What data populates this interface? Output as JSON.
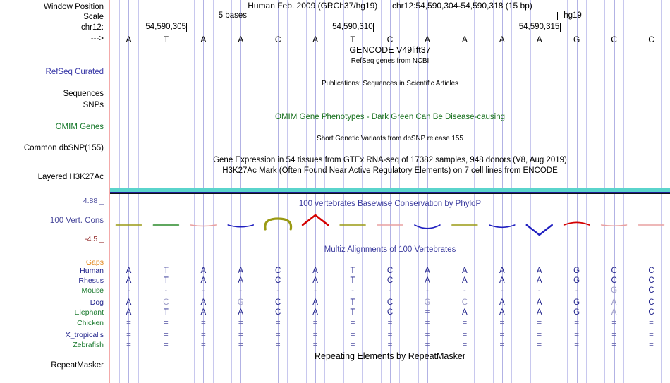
{
  "header": {
    "assembly_line": "Human Feb. 2009 (GRCh37/hg19)",
    "position_line": "chr12:54,590,304-54,590,318 (15 bp)",
    "scale_label": "5 bases",
    "assembly_short": "hg19",
    "chrom_label": "chr12:",
    "strand_arrow": "--->",
    "position_ticks": [
      "54,590,305",
      "54,590,310",
      "54,590,315"
    ]
  },
  "sequence": {
    "bases": [
      "A",
      "T",
      "A",
      "A",
      "C",
      "A",
      "T",
      "C",
      "A",
      "A",
      "A",
      "A",
      "G",
      "C",
      "C"
    ],
    "base_count": 15
  },
  "sidebar": {
    "items": [
      {
        "name": "window-position",
        "label": "Window Position",
        "color": "black"
      },
      {
        "name": "scale",
        "label": "Scale",
        "color": "black"
      },
      {
        "name": "chrom",
        "label": "chr12:",
        "color": "black"
      },
      {
        "name": "strand",
        "label": "--->",
        "color": "black"
      },
      {
        "name": "refseq-curated",
        "label": "RefSeq Curated",
        "color": "blue"
      },
      {
        "name": "sequences",
        "label": "Sequences",
        "color": "black"
      },
      {
        "name": "snps",
        "label": "SNPs",
        "color": "black"
      },
      {
        "name": "omim-genes",
        "label": "OMIM Genes",
        "color": "green"
      },
      {
        "name": "common-dbsnp",
        "label": "Common dbSNP(155)",
        "color": "black"
      },
      {
        "name": "layered-h3k27ac",
        "label": "Layered H3K27Ac",
        "color": "black"
      },
      {
        "name": "cons-max",
        "label": "4.88 _",
        "color": "slate"
      },
      {
        "name": "vert-cons",
        "label": "100 Vert. Cons",
        "color": "slate"
      },
      {
        "name": "cons-min",
        "label": "-4.5 _",
        "color": "maroon"
      },
      {
        "name": "gaps",
        "label": "Gaps",
        "color": "orange"
      },
      {
        "name": "human",
        "label": "Human",
        "color": "navy"
      },
      {
        "name": "rhesus",
        "label": "Rhesus",
        "color": "navy"
      },
      {
        "name": "mouse",
        "label": "Mouse",
        "color": "green"
      },
      {
        "name": "dog",
        "label": "Dog",
        "color": "navy"
      },
      {
        "name": "elephant",
        "label": "Elephant",
        "color": "green"
      },
      {
        "name": "chicken",
        "label": "Chicken",
        "color": "green"
      },
      {
        "name": "x-tropicalis",
        "label": "X_tropicalis",
        "color": "navy"
      },
      {
        "name": "zebrafish",
        "label": "Zebrafish",
        "color": "green"
      },
      {
        "name": "repeatmasker",
        "label": "RepeatMasker",
        "color": "black"
      }
    ]
  },
  "tracks": {
    "gencode_title": "GENCODE V49lift37",
    "refseq_subtitle": "RefSeq genes from NCBI",
    "publications": "Publications: Sequences in Scientific Articles",
    "omim": "OMIM Gene Phenotypes - Dark Green Can Be Disease-causing",
    "dbsnp": "Short Genetic Variants from dbSNP release 155",
    "gtex": "Gene Expression in 54 tissues from GTEx RNA-seq of 17382 samples, 948 donors (V8, Aug 2019)",
    "h3k27ac": "H3K27Ac Mark (Often Found Near Active Regulatory Elements) on 7 cell lines from ENCODE",
    "phylop": "100 vertebrates Basewise Conservation by PhyloP",
    "multiz": "Multiz Alignments of 100 Vertebrates",
    "repeatmasker": "Repeating Elements by RepeatMasker"
  },
  "conservation": {
    "axis_max": "4.88",
    "axis_min": "-4.5",
    "per_base_scores": [
      0,
      0,
      -0.5,
      -0.9,
      4.2,
      3.4,
      0,
      0.2,
      -1.6,
      0,
      -1.1,
      -3.6,
      1.2,
      -0.4,
      0.2
    ]
  },
  "alignment": {
    "species": [
      "Gaps",
      "Human",
      "Rhesus",
      "Mouse",
      "Dog",
      "Elephant",
      "Chicken",
      "X_tropicalis",
      "Zebrafish"
    ],
    "rows": [
      {
        "species": "Human",
        "bases": [
          "A",
          "T",
          "A",
          "A",
          "C",
          "A",
          "T",
          "C",
          "A",
          "A",
          "A",
          "A",
          "G",
          "C",
          "C"
        ],
        "faint": [
          false,
          false,
          false,
          false,
          false,
          false,
          false,
          false,
          false,
          false,
          false,
          false,
          false,
          false,
          false
        ]
      },
      {
        "species": "Rhesus",
        "bases": [
          "A",
          "T",
          "A",
          "A",
          "C",
          "A",
          "T",
          "C",
          "A",
          "A",
          "A",
          "A",
          "G",
          "C",
          "C"
        ],
        "faint": [
          false,
          false,
          false,
          false,
          false,
          false,
          false,
          false,
          false,
          false,
          false,
          false,
          false,
          false,
          false
        ]
      },
      {
        "species": "Mouse",
        "bases": [
          "-",
          "-",
          "-",
          "-",
          "-",
          "-",
          "-",
          "-",
          "-",
          "-",
          "-",
          "-",
          "-",
          "G",
          "C"
        ],
        "faint": [
          true,
          true,
          true,
          true,
          true,
          true,
          true,
          true,
          true,
          true,
          true,
          true,
          true,
          true,
          false
        ]
      },
      {
        "species": "Dog",
        "bases": [
          "A",
          "C",
          "A",
          "G",
          "C",
          "A",
          "T",
          "C",
          "G",
          "C",
          "A",
          "A",
          "G",
          "A",
          "C"
        ],
        "faint": [
          false,
          true,
          false,
          true,
          false,
          false,
          false,
          false,
          true,
          true,
          false,
          false,
          false,
          true,
          false
        ]
      },
      {
        "species": "Elephant",
        "bases": [
          "A",
          "T",
          "A",
          "A",
          "C",
          "A",
          "T",
          "C",
          "=",
          "A",
          "A",
          "A",
          "G",
          "A",
          "C"
        ],
        "faint": [
          false,
          false,
          false,
          false,
          false,
          false,
          false,
          false,
          true,
          false,
          false,
          false,
          false,
          true,
          false
        ]
      },
      {
        "species": "Chicken",
        "bases": [
          "=",
          "=",
          "=",
          "=",
          "=",
          "=",
          "=",
          "=",
          "=",
          "=",
          "=",
          "=",
          "=",
          "=",
          "="
        ],
        "faint": [
          true,
          true,
          true,
          true,
          true,
          true,
          true,
          true,
          true,
          true,
          true,
          true,
          true,
          true,
          true
        ]
      },
      {
        "species": "X_tropicalis",
        "bases": [
          "=",
          "=",
          "=",
          "=",
          "=",
          "=",
          "=",
          "=",
          "=",
          "=",
          "=",
          "=",
          "=",
          "=",
          "="
        ],
        "faint": [
          true,
          true,
          true,
          true,
          true,
          true,
          true,
          true,
          true,
          true,
          true,
          true,
          true,
          true,
          true
        ]
      }
    ]
  },
  "colors": {
    "grid": "#c8c8ee",
    "divider": "#f3aaaa",
    "teal": "#5ad4cc",
    "navy": "#22248c",
    "green": "#19711f",
    "orange": "#e08214",
    "cons_positive": "#d40000",
    "cons_negative": "#2020c0",
    "cons_olive": "#9a9a14"
  }
}
